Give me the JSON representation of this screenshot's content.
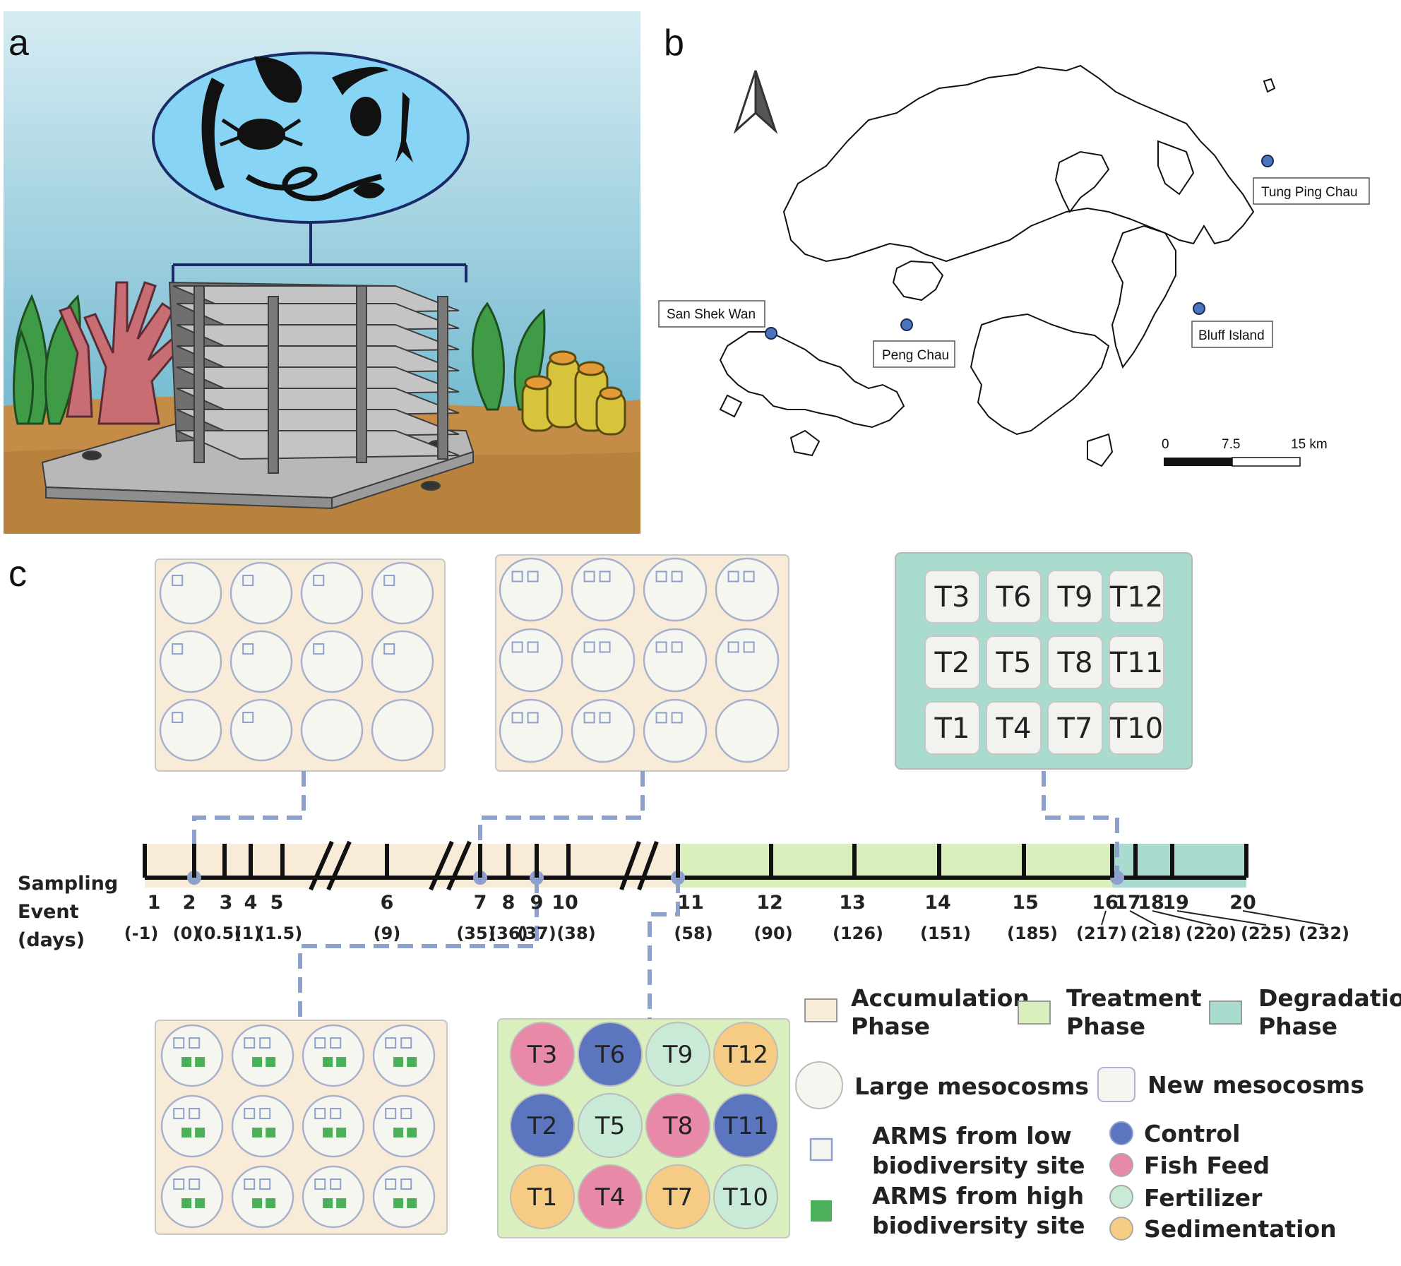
{
  "panels": {
    "a": "a",
    "b": "b",
    "c": "c"
  },
  "map": {
    "sites": [
      {
        "name": "San Shek Wan"
      },
      {
        "name": "Peng Chau"
      },
      {
        "name": "Bluff Island"
      },
      {
        "name": "Tung Ping Chau"
      }
    ],
    "scale": {
      "zero": "0",
      "mid": "7.5",
      "end": "15 km"
    }
  },
  "timeline": {
    "axis_label": [
      "Sampling",
      "Event",
      "(days)"
    ],
    "events": [
      {
        "n": "1",
        "day": "(-1)"
      },
      {
        "n": "2",
        "day": "(0)"
      },
      {
        "n": "3",
        "day": "(0.5)"
      },
      {
        "n": "4",
        "day": "(1)"
      },
      {
        "n": "5",
        "day": "(1.5)"
      },
      {
        "n": "6",
        "day": "(9)"
      },
      {
        "n": "7",
        "day": "(35)"
      },
      {
        "n": "8",
        "day": "(36)"
      },
      {
        "n": "9",
        "day": "(37)"
      },
      {
        "n": "10",
        "day": "(38)"
      },
      {
        "n": "11",
        "day": "(58)"
      },
      {
        "n": "12",
        "day": "(90)"
      },
      {
        "n": "13",
        "day": "(126)"
      },
      {
        "n": "14",
        "day": "(151)"
      },
      {
        "n": "15",
        "day": "(185)"
      },
      {
        "n": "16",
        "day": "(217)"
      },
      {
        "n": "17",
        "day": "(218)"
      },
      {
        "n": "18",
        "day": "(220)"
      },
      {
        "n": "19",
        "day": "(225)"
      },
      {
        "n": "20",
        "day": "(232)"
      }
    ]
  },
  "degradation_grid": {
    "rows": [
      [
        "T3",
        "T6",
        "T9",
        "T12"
      ],
      [
        "T2",
        "T5",
        "T8",
        "T11"
      ],
      [
        "T1",
        "T4",
        "T7",
        "T10"
      ]
    ]
  },
  "treatment_grid": {
    "rows": [
      [
        "T3",
        "T6",
        "T9",
        "T12"
      ],
      [
        "T2",
        "T5",
        "T8",
        "T11"
      ],
      [
        "T1",
        "T4",
        "T7",
        "T10"
      ]
    ],
    "treatments": [
      [
        "Fish Feed",
        "Control",
        "Fertilizer",
        "Sedimentation"
      ],
      [
        "Control",
        "Fertilizer",
        "Fish Feed",
        "Control"
      ],
      [
        "Sedimentation",
        "Fish Feed",
        "Sedimentation",
        "Fertilizer"
      ]
    ]
  },
  "legend": {
    "accumulation": [
      "Accumulation",
      "Phase"
    ],
    "treatment": [
      "Treatment",
      "Phase"
    ],
    "degradation": [
      "Degradation",
      "Phase"
    ],
    "large_mesocosms": "Large  mesocosms",
    "new_mesocosms": "New  mesocosms",
    "arms_low": [
      "ARMS from low",
      "biodiversity site"
    ],
    "arms_high": [
      "ARMS from high",
      "biodiversity site"
    ],
    "control": "Control",
    "fish_feed": "Fish Feed",
    "fertilizer": "Fertilizer",
    "sedimentation": "Sedimentation"
  },
  "colors": {
    "accumulation": "#f8ecd8",
    "treatment": "#d9efbe",
    "degradation": "#a9dccf",
    "control": "#5b76bf",
    "fish_feed": "#e889a8",
    "fertilizer": "#c8ead6",
    "sedimentation": "#f6cc84",
    "arms_high": "#4caf5a",
    "connector": "#8ea0cc"
  }
}
